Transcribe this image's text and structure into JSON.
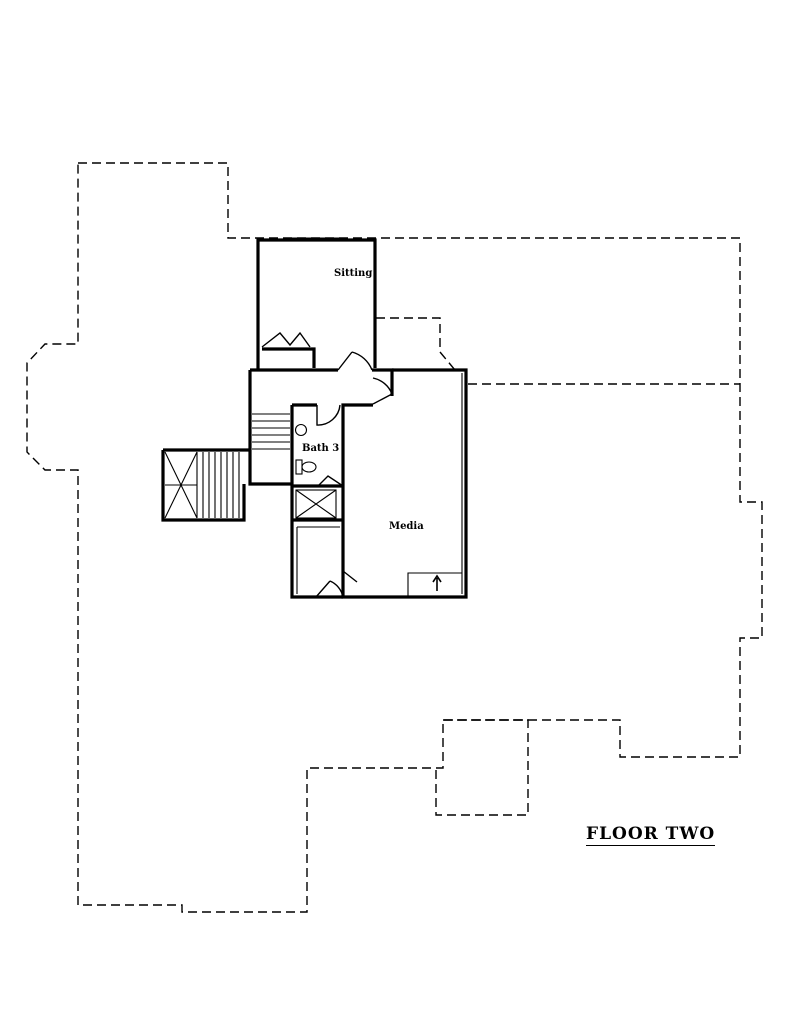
{
  "plan": {
    "title": "FLOOR TWO",
    "rooms": {
      "sitting": "Sitting",
      "bath": "Bath 3",
      "media": "Media"
    },
    "icons": {
      "up_arrow": "arrow-up-icon"
    }
  }
}
